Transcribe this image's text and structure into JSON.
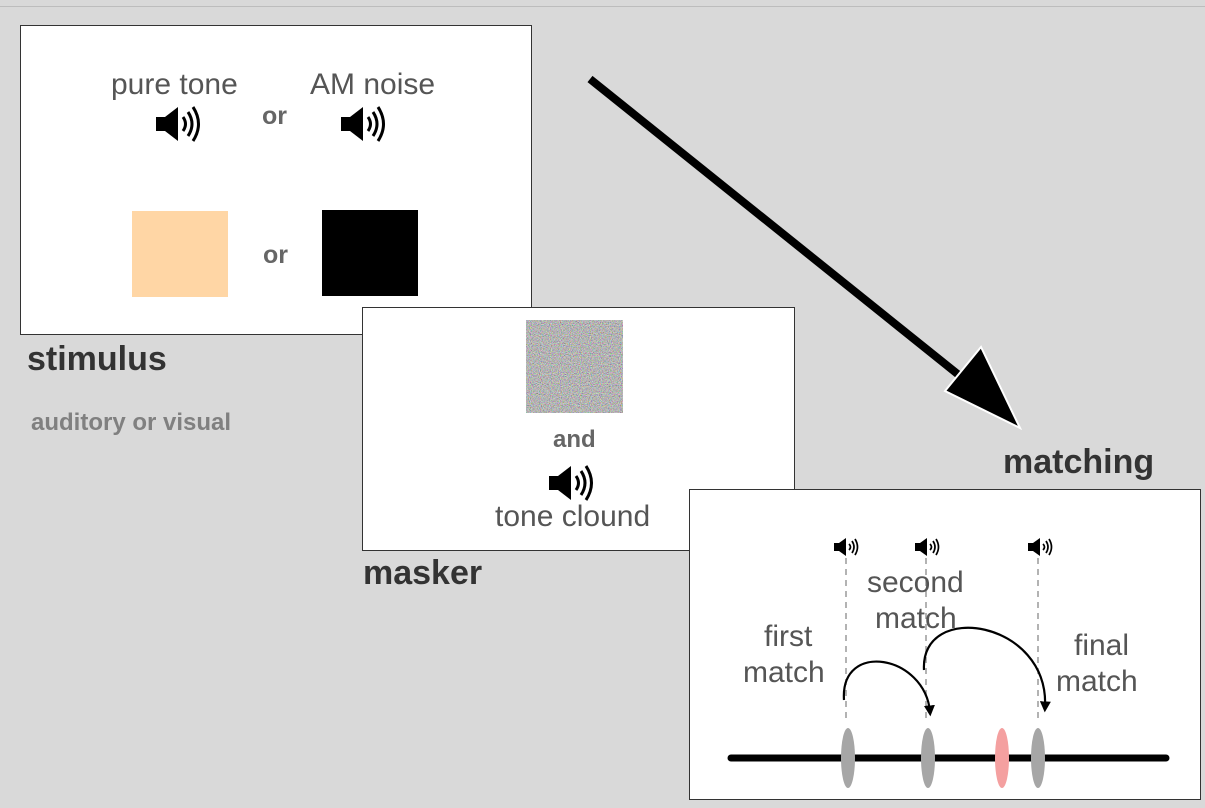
{
  "stimulus": {
    "label": "stimulus",
    "sublabel": "auditory or visual",
    "option1_label": "pure tone",
    "option2_label": "AM noise",
    "or_label": "or",
    "or_label_visual": "or",
    "swatch_colors": [
      "#ffd6a5",
      "#000000"
    ]
  },
  "masker": {
    "label": "masker",
    "and_label": "and",
    "sound_label": "tone clound"
  },
  "matching": {
    "label": "matching",
    "first_label_line1": "first",
    "first_label_line2": "match",
    "second_label_line1": "second",
    "second_label_line2": "match",
    "final_label_line1": "final",
    "final_label_line2": "match",
    "marker_colors": [
      "#a6a6a6",
      "#a6a6a6",
      "#f4a0a0",
      "#a6a6a6"
    ]
  }
}
